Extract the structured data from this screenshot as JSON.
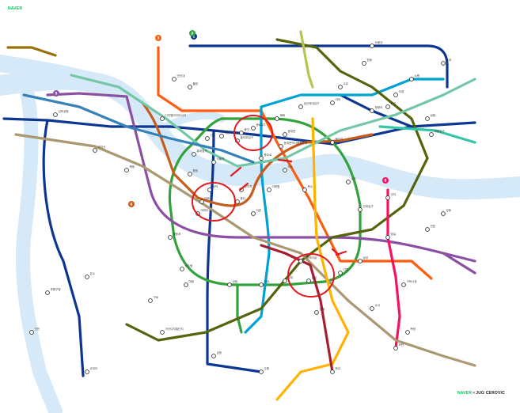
{
  "branding": {
    "top_left": "NAVER",
    "bottom_right_naver": "NAVER",
    "bottom_right_sep": "×",
    "bottom_right_author": "JUG CEROVIC"
  },
  "colors": {
    "background": "#ffffff",
    "river": "#d6e9f8",
    "annotation": "#e0191f"
  },
  "lines": [
    {
      "id": "1",
      "color": "#0d3692"
    },
    {
      "id": "2",
      "color": "#33a23d"
    },
    {
      "id": "3",
      "color": "#fe5d10"
    },
    {
      "id": "4",
      "color": "#00a2d1"
    },
    {
      "id": "5",
      "color": "#8b50a4"
    },
    {
      "id": "6",
      "color": "#c55c1d"
    },
    {
      "id": "7",
      "color": "#54640d"
    },
    {
      "id": "8",
      "color": "#f51361"
    },
    {
      "id": "9",
      "color": "#aa9872"
    },
    {
      "id": "gyeongui",
      "color": "#72c7a6"
    },
    {
      "id": "bundang",
      "color": "#ffb300"
    },
    {
      "id": "sinbundang",
      "color": "#a71e31"
    },
    {
      "id": "airport",
      "color": "#3681b7"
    },
    {
      "id": "gyeongchun",
      "color": "#32c6a6"
    },
    {
      "id": "ui",
      "color": "#b7c450"
    },
    {
      "id": "gimpo",
      "color": "#96710a"
    }
  ],
  "line_badges": [
    {
      "id": "1",
      "label": "1"
    },
    {
      "id": "5",
      "label": "5"
    },
    {
      "id": "8",
      "label": "8"
    },
    {
      "id": "6",
      "label": "6"
    },
    {
      "id": "3",
      "label": "3"
    },
    {
      "id": "2",
      "label": "2"
    }
  ],
  "stations": [
    {
      "name": "도봉산"
    },
    {
      "name": "창동"
    },
    {
      "name": "노원"
    },
    {
      "name": "수유"
    },
    {
      "name": "미아"
    },
    {
      "name": "성신여대입구"
    },
    {
      "name": "혜화"
    },
    {
      "name": "동대문"
    },
    {
      "name": "종로3가"
    },
    {
      "name": "종각"
    },
    {
      "name": "시청"
    },
    {
      "name": "서울역"
    },
    {
      "name": "을지로입구"
    },
    {
      "name": "충무로"
    },
    {
      "name": "동대문역사문화공원"
    },
    {
      "name": "왕십리"
    },
    {
      "name": "청량리"
    },
    {
      "name": "회기"
    },
    {
      "name": "상봉"
    },
    {
      "name": "군자"
    },
    {
      "name": "건대입구"
    },
    {
      "name": "성수"
    },
    {
      "name": "잠실"
    },
    {
      "name": "삼성"
    },
    {
      "name": "선릉"
    },
    {
      "name": "강남"
    },
    {
      "name": "교대"
    },
    {
      "name": "고속터미널"
    },
    {
      "name": "사당"
    },
    {
      "name": "신림"
    },
    {
      "name": "신도림"
    },
    {
      "name": "영등포"
    },
    {
      "name": "여의도"
    },
    {
      "name": "합정"
    },
    {
      "name": "홍대입구"
    },
    {
      "name": "신촌"
    },
    {
      "name": "공덕"
    },
    {
      "name": "마포"
    },
    {
      "name": "용산"
    },
    {
      "name": "이촌"
    },
    {
      "name": "삼각지"
    },
    {
      "name": "이태원"
    },
    {
      "name": "약수"
    },
    {
      "name": "옥수"
    },
    {
      "name": "김포공항"
    },
    {
      "name": "까치산"
    },
    {
      "name": "목동"
    },
    {
      "name": "구로"
    },
    {
      "name": "가산디지털단지"
    },
    {
      "name": "대림"
    },
    {
      "name": "수서"
    },
    {
      "name": "가락시장"
    },
    {
      "name": "천호"
    },
    {
      "name": "강동"
    },
    {
      "name": "복정"
    },
    {
      "name": "모란"
    },
    {
      "name": "연신내"
    },
    {
      "name": "불광"
    },
    {
      "name": "디지털미디어시티"
    },
    {
      "name": "석계"
    },
    {
      "name": "태릉입구"
    },
    {
      "name": "중계"
    },
    {
      "name": "온수"
    },
    {
      "name": "부평구청"
    },
    {
      "name": "인천"
    },
    {
      "name": "오이도"
    },
    {
      "name": "금정"
    },
    {
      "name": "양재"
    },
    {
      "name": "판교"
    },
    {
      "name": "수원"
    }
  ],
  "annotations": [
    {
      "label": "circle-jongno"
    },
    {
      "label": "circle-yongsan"
    },
    {
      "label": "circle-gangnam"
    }
  ]
}
